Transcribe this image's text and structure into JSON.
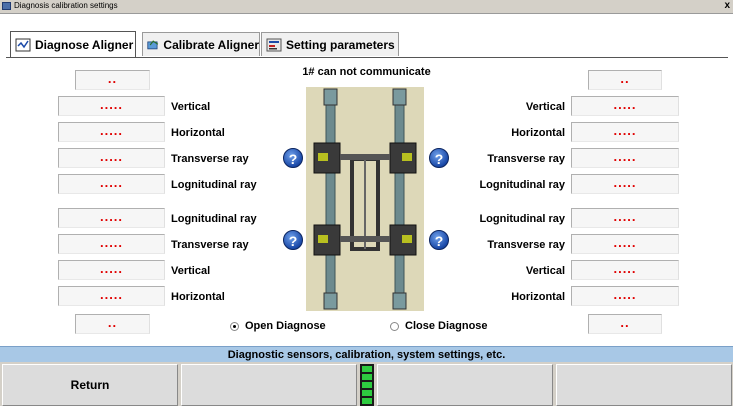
{
  "window": {
    "title": "Diagnosis calibration settings",
    "close_glyph": "x"
  },
  "tabs": [
    {
      "label": "Diagnose Aligner",
      "icon": "diagnose-icon",
      "active": true
    },
    {
      "label": "Calibrate Aligner",
      "icon": "calibrate-icon",
      "active": false
    },
    {
      "label": "Setting parameters",
      "icon": "settings-icon",
      "active": false
    }
  ],
  "status_text": "1# can not communicate",
  "left": {
    "top_code": "..",
    "bottom_code": "..",
    "front": [
      {
        "label": "Vertical",
        "value": "....."
      },
      {
        "label": "Horizontal",
        "value": "....."
      },
      {
        "label": "Transverse ray",
        "value": "....."
      },
      {
        "label": "Lognitudinal ray",
        "value": "....."
      }
    ],
    "rear": [
      {
        "label": "Lognitudinal ray",
        "value": "....."
      },
      {
        "label": "Transverse ray",
        "value": "....."
      },
      {
        "label": "Vertical",
        "value": "....."
      },
      {
        "label": "Horizontal",
        "value": "....."
      }
    ]
  },
  "right": {
    "top_code": "..",
    "bottom_code": "..",
    "front": [
      {
        "label": "Vertical",
        "value": "....."
      },
      {
        "label": "Horizontal",
        "value": "....."
      },
      {
        "label": "Transverse ray",
        "value": "....."
      },
      {
        "label": "Lognitudinal ray",
        "value": "....."
      }
    ],
    "rear": [
      {
        "label": "Lognitudinal ray",
        "value": "....."
      },
      {
        "label": "Transverse ray",
        "value": "....."
      },
      {
        "label": "Vertical",
        "value": "....."
      },
      {
        "label": "Horizontal",
        "value": "....."
      }
    ]
  },
  "help_glyph": "?",
  "radios": [
    {
      "label": "Open Diagnose",
      "selected": true
    },
    {
      "label": "Close Diagnose",
      "selected": false
    }
  ],
  "info_text": "Diagnostic sensors, calibration, system settings, etc.",
  "buttons": {
    "return_label": "Return"
  },
  "colors": {
    "value_red": "#e00000",
    "info_bar": "#a8c8e6",
    "indicator_green": "#2ecc40"
  }
}
